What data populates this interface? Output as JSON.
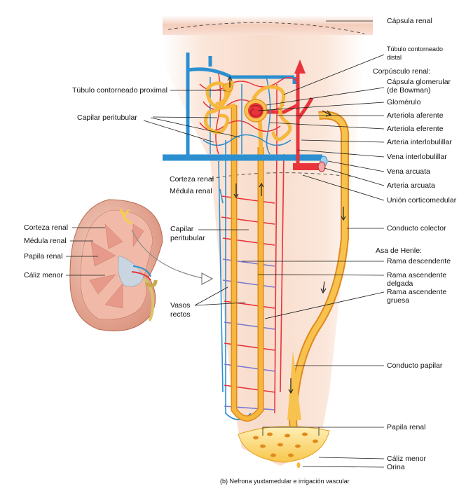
{
  "colors": {
    "artery": "#e8343a",
    "vein": "#2b8fd0",
    "tubule": "#f6b73c",
    "tubule_edge": "#e08a1e",
    "capsule": "#f2c6b4",
    "leader": "#1a1a1a"
  },
  "labels": {
    "capsula_renal": "Cápsula renal",
    "tubulo_distal_1": "Túbulo contorneado",
    "tubulo_distal_2": "distal",
    "corpusculo": "Corpúsculo renal:",
    "capsula_glom_1": "Cápsula glomerular",
    "capsula_glom_2": "(de Bowman)",
    "glomerulo": "Glomérulo",
    "art_aferente": "Arteriola aferente",
    "art_eferente": "Arteriola eferente",
    "arteria_interlob": "Arteria interlobulillar",
    "vena_interlob": "Vena interlobulillar",
    "vena_arcuata": "Vena arcuata",
    "arteria_arcuata": "Arteria arcuata",
    "union": "Unión corticomedular",
    "conducto_colector": "Conducto colector",
    "asa_henle": "Asa de Henle:",
    "rama_desc": "Rama descendente",
    "rama_asc_delgada_1": "Rama ascendente",
    "rama_asc_delgada_2": "delgada",
    "rama_asc_gruesa_1": "Rama ascendente",
    "rama_asc_gruesa_2": "gruesa",
    "conducto_papilar": "Conducto papilar",
    "papila_renal_r": "Papila renal",
    "caliz_menor_r": "Cáliz menor",
    "orina": "Orina",
    "tubulo_proximal": "Túbulo contorneado proximal",
    "capilar_peritubular_top": "Capilar peritubular",
    "corteza_mid": "Corteza renal",
    "medula_mid": "Médula renal",
    "capilar_mid_1": "Capilar",
    "capilar_mid_2": "peritubular",
    "vasos_1": "Vasos",
    "vasos_2": "rectos",
    "corteza_left": "Corteza renal",
    "medula_left": "Médula renal",
    "papila_left": "Papila renal",
    "caliz_left": "Cáliz menor"
  },
  "caption": "(b) Nefrona yuxtamedular e irrigación vascular"
}
